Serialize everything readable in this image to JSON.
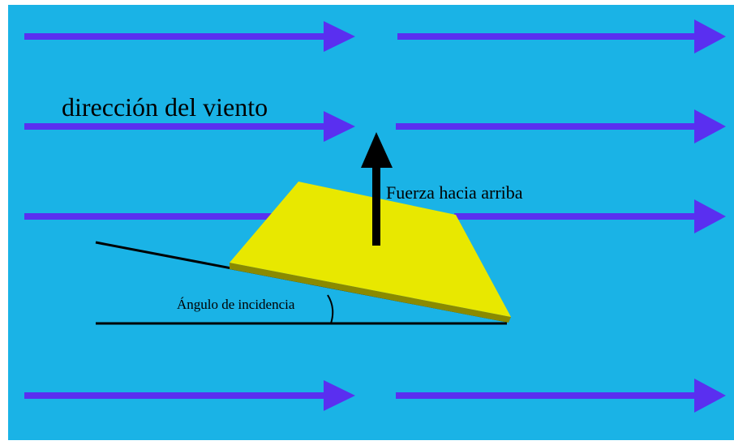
{
  "diagram": {
    "background_color": "#1ab3e6",
    "arrow_color": "#5a2ff0",
    "plate_color": "#e8e800",
    "plate_edge_color": "#8a8a00",
    "line_color": "#000000"
  },
  "labels": {
    "wind_direction": "dirección del viento",
    "upward_force": "Fuerza hacia arriba",
    "angle_of_incidence": "Ángulo de incidencia"
  },
  "icons": {
    "wind_arrow": "right-arrow-icon",
    "force_arrow": "up-arrow-icon"
  }
}
